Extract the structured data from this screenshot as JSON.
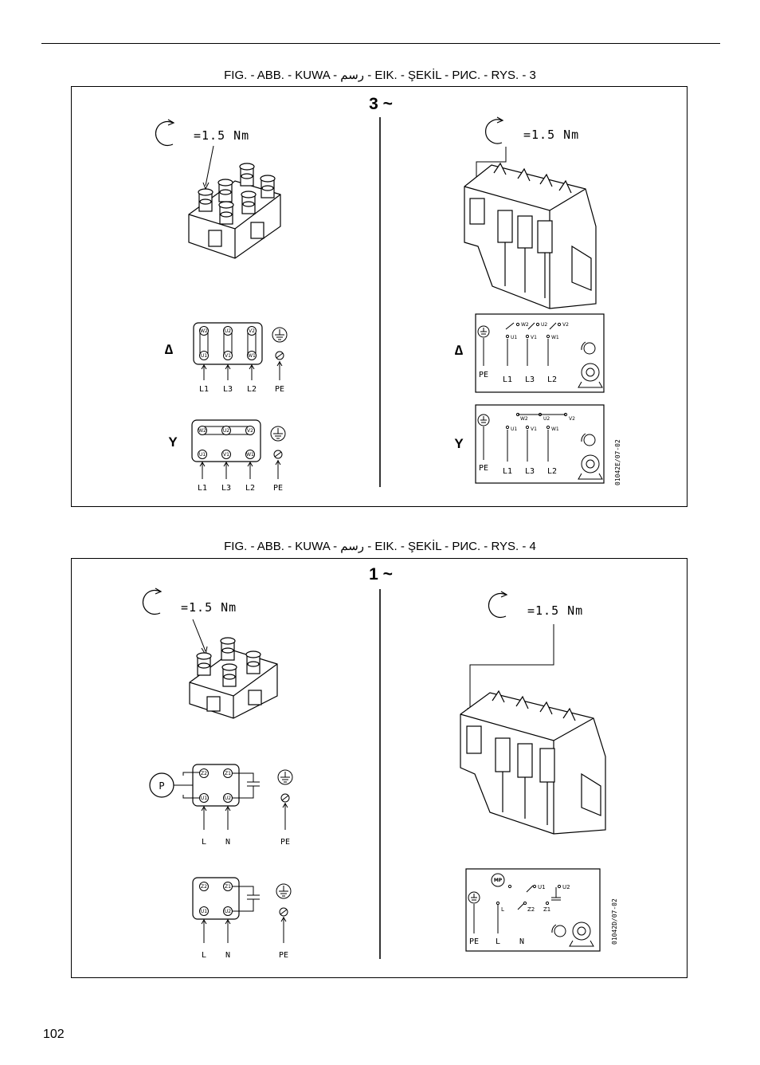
{
  "captions": {
    "fig3": "FIG. - ABB. - KUWA - رسم - EIK. - ŞEKİL - РИС. - RYS. - 3",
    "fig4": "FIG. - ABB. - KUWA - رسم - EIK. - ŞEKİL - РИС. - RYS. - 4"
  },
  "fig3": {
    "heading": "3 ~",
    "torque_left": "=1.5 Nm",
    "torque_right": "=1.5 Nm",
    "delta_symbol": "∆",
    "star_symbol": "Y",
    "left_delta": {
      "top_terminals": [
        "W2",
        "U2",
        "V2"
      ],
      "bottom_terminals": [
        "U1",
        "V1",
        "W1"
      ],
      "lines": [
        "L1",
        "L3",
        "L2",
        "PE"
      ]
    },
    "left_star": {
      "top_terminals": [
        "W2",
        "U2",
        "V2"
      ],
      "bottom_terminals": [
        "U1",
        "V1",
        "W1"
      ],
      "lines": [
        "L1",
        "L3",
        "L2",
        "PE"
      ]
    },
    "right_delta": {
      "upper": [
        "W2",
        "U2",
        "V2"
      ],
      "lower": [
        "U1",
        "V1",
        "W1"
      ],
      "lines": [
        "PE",
        "L1",
        "L3",
        "L2"
      ]
    },
    "right_star": {
      "upper": [
        "W2",
        "U2",
        "V2"
      ],
      "lower": [
        "U1",
        "V1",
        "W1"
      ],
      "lines": [
        "PE",
        "L1",
        "L3",
        "L2"
      ]
    },
    "ref_code": "01042E/07-02"
  },
  "fig4": {
    "heading": "1 ~",
    "torque_left": "=1.5 Nm",
    "torque_right": "=1.5 Nm",
    "p_label": "P",
    "left_a": {
      "top_terminals": [
        "Z2",
        "Z1"
      ],
      "bottom_terminals": [
        "U1",
        "U2"
      ],
      "lines": [
        "L",
        "N",
        "PE"
      ]
    },
    "left_b": {
      "top_terminals": [
        "Z2",
        "Z1"
      ],
      "bottom_terminals": [
        "U1",
        "U2"
      ],
      "lines": [
        "L",
        "N",
        "PE"
      ]
    },
    "right": {
      "mp_label": "MP",
      "upper": [
        "U1",
        "U2"
      ],
      "lower": [
        "L",
        "Z2",
        "Z1"
      ],
      "lines": [
        "PE",
        "L",
        "N"
      ]
    },
    "ref_code": "01042D/07-02"
  },
  "page_number": "102"
}
